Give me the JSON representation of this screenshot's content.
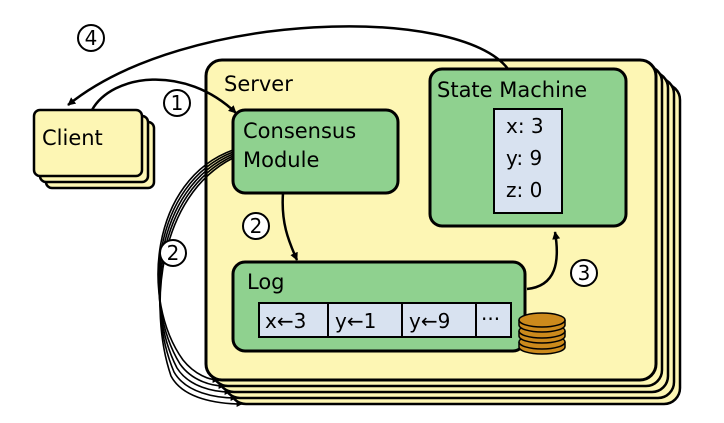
{
  "client": {
    "label": "Client"
  },
  "server": {
    "label": "Server"
  },
  "consensus_module": {
    "line1": "Consensus",
    "line2": "Module"
  },
  "state_machine": {
    "title": "State Machine",
    "values": [
      "x: 3",
      "y: 9",
      "z: 0"
    ]
  },
  "log": {
    "title": "Log",
    "entries": [
      "x←3",
      "y←1",
      "y←9",
      "···"
    ]
  },
  "steps": [
    "1",
    "2",
    "2",
    "3",
    "4"
  ],
  "colors": {
    "server_fill": "#fdf6b4",
    "client_fill": "#fdf6b4",
    "module_fill": "#8fd18f",
    "cell_fill": "#d8e2f0",
    "disk_fill": "#cc8a1c",
    "stroke": "#000000"
  }
}
